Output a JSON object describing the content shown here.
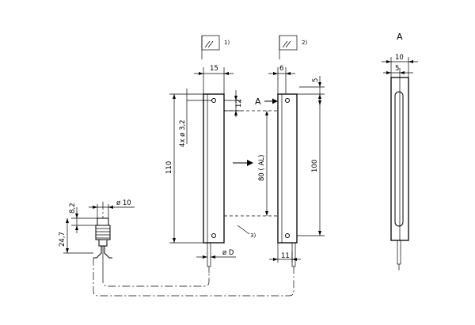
{
  "drawing": {
    "markers": {
      "note1": "1)",
      "note2": "2)",
      "note3": "3)",
      "view_a": "A",
      "view_arrow": "A"
    },
    "dimensions": {
      "emitter_width": "15",
      "receiver_width": "6",
      "top_offset": "5",
      "hole_offset": "12",
      "hole_spec": "4x ø 3,2",
      "total_length": "110",
      "active_length": "80 ( AL)",
      "housing_length": "100",
      "cable_diameter": "ø D",
      "cable_offset": "11",
      "side_width": "10",
      "side_inner": "5",
      "conn_diameter": "ø 10",
      "conn_head": "8,2",
      "conn_length": "24,7"
    }
  }
}
